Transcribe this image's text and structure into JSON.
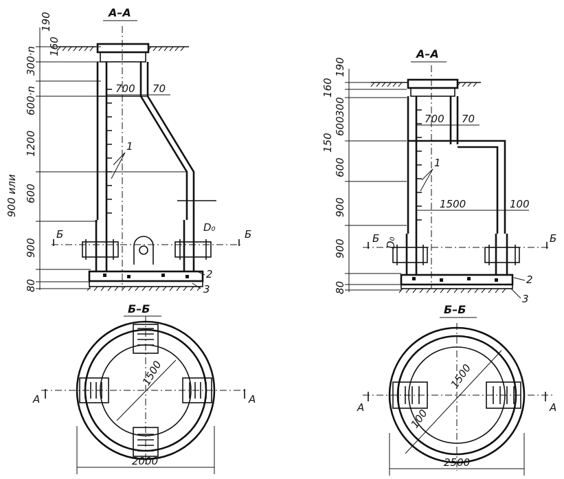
{
  "left_section": {
    "title": "A–A",
    "dims_vertical": [
      "190",
      "160",
      "300·n",
      "600·n",
      "1200",
      "600",
      "900 или",
      "900",
      "80"
    ],
    "dims_horizontal": [
      "700",
      "70"
    ],
    "diameter_label": "D₀",
    "callouts": [
      "1",
      "2",
      "3"
    ],
    "cut_label": "Б"
  },
  "right_section": {
    "title": "A–A",
    "dims_vertical": [
      "190",
      "160",
      "300",
      "600",
      "150",
      "600",
      "900",
      "900",
      "80"
    ],
    "dims_horizontal": [
      "700",
      "70",
      "1500",
      "100"
    ],
    "diameter_label": "D₀",
    "callouts": [
      "1",
      "2",
      "3"
    ],
    "cut_label": "Б"
  },
  "left_plan": {
    "title": "Б–Б",
    "diameter_inner": "1500",
    "diameter_outer": "2000",
    "cut_label": "А"
  },
  "right_plan": {
    "title": "Б–Б",
    "diameter_inner": "1500",
    "wall": "100",
    "diameter_outer": "2500",
    "cut_label": "А"
  }
}
